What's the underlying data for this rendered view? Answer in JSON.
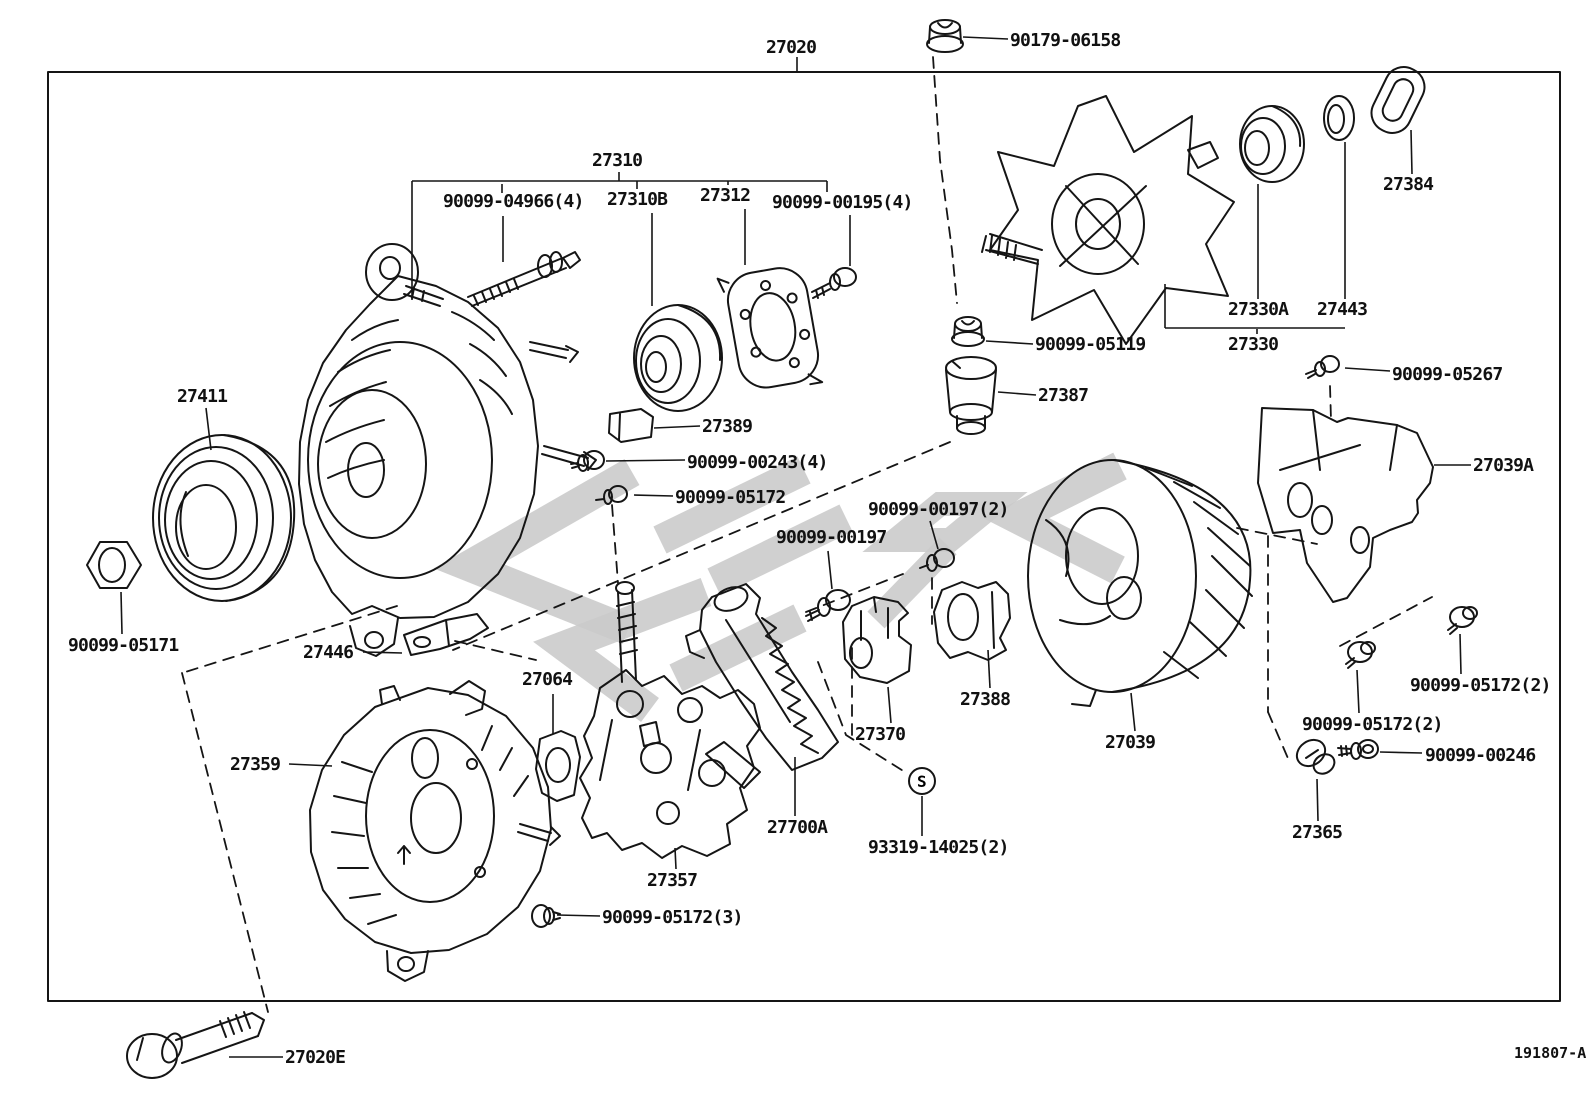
{
  "diagram": {
    "assembly_number": "27020",
    "drawing_number": "191807-A",
    "screw_symbol": "S"
  },
  "labels": [
    "27020",
    "90179-06158",
    "27310",
    "90099-04966(4)",
    "27310B",
    "27312",
    "90099-00195(4)",
    "27384",
    "27330A",
    "27443",
    "27330",
    "90099-05119",
    "27387",
    "90099-05267",
    "27411",
    "27039A",
    "27389",
    "90099-00243(4)",
    "90099-05172",
    "90099-00197(2)",
    "90099-00197",
    "90099-05171",
    "27446",
    "27064",
    "27388",
    "27370",
    "27039",
    "90099-05172(2)",
    "90099-05172(2)",
    "90099-00246",
    "27359",
    "27700A",
    "93319-14025(2)",
    "27365",
    "27357",
    "90099-05172(3)",
    "27020E"
  ]
}
